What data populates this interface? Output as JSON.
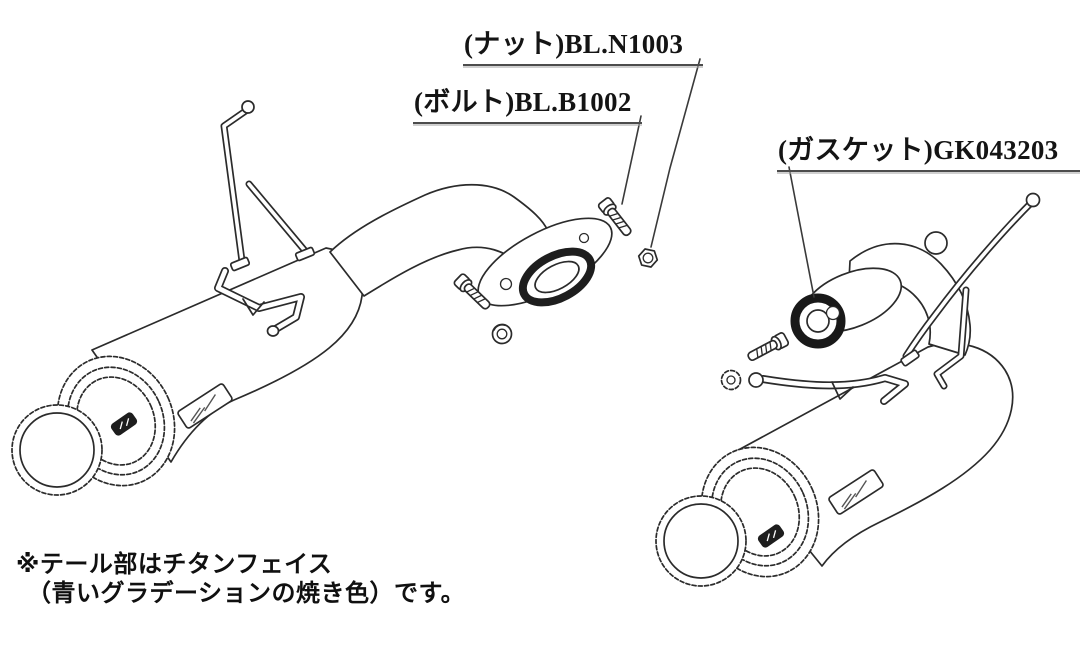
{
  "diagram": {
    "title_semantic": "exhaust-system-parts-diagram",
    "background": "#ffffff",
    "line_color": "#2b2b2b",
    "labels": {
      "nut": "(ナット)BL.N1003",
      "bolt": "(ボルト)BL.B1002",
      "gasket": "(ガスケット)GK043203"
    },
    "note_line1": "※テール部はチタンフェイス",
    "note_line2": "（青いグラデーションの焼き色）です。"
  }
}
